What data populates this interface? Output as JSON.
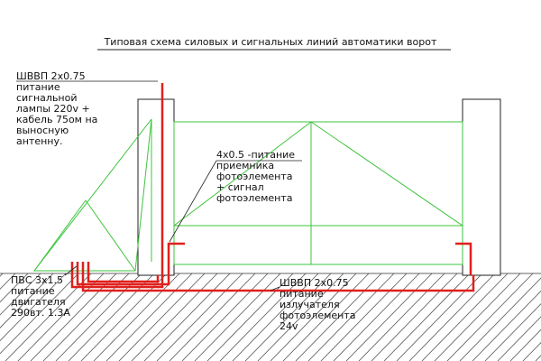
{
  "title": "Типовая схема силовых и сигнальных линий автоматики ворот",
  "labels": {
    "lamp_cable": [
      "ШВВП 2х0.75",
      "питание",
      "сигнальной",
      "лампы 220v +",
      "кабель 75ом на",
      "выносную",
      "антенну."
    ],
    "receiver_cable": [
      "4х0.5 -питание",
      "приемника",
      "фотоэлемента",
      "+ сигнал",
      "фотоэлемента"
    ],
    "motor_cable": [
      "ПВС 3х1.5",
      "питание",
      "двигателя",
      "290вт.  1.3А"
    ],
    "emitter_cable": [
      "ШВВП 2х0.75",
      "питание",
      "излучателя",
      "фотоэлемента",
      "24v"
    ]
  },
  "colors": {
    "gate_frame": "#3ec43e",
    "power_cable": "#e0201c",
    "pillar_outline": "#222222",
    "ground_hatch": "#555555"
  }
}
